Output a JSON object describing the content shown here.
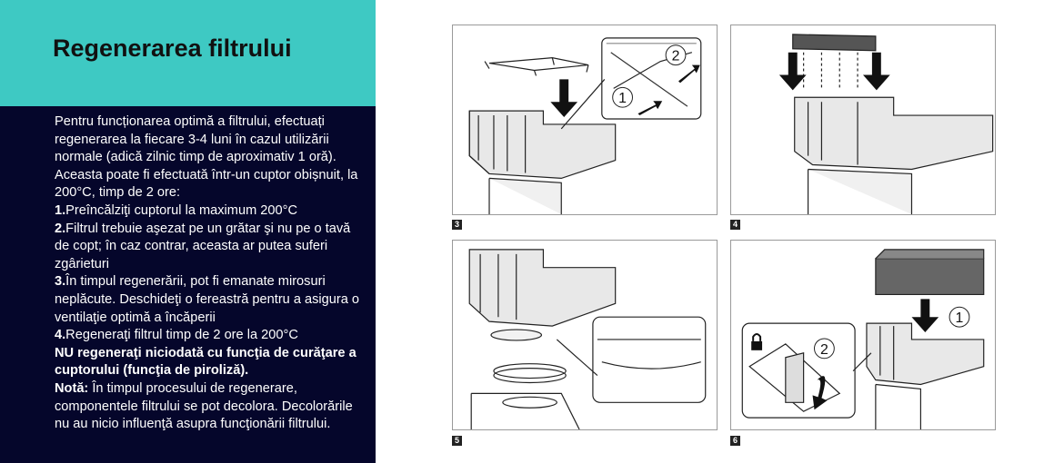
{
  "header": {
    "title": "Regenerarea filtrului"
  },
  "body": {
    "intro": "Pentru funcționarea optimă a filtrului, efectuați regenerarea la fiecare 3-4 luni în cazul utilizării normale (adică zilnic timp de aproximativ 1 oră). Aceasta poate fi efectuată într-un cuptor obișnuit, la 200°C, timp de 2 ore:",
    "step1_num": "1.",
    "step1_text": "Preîncălziţi cuptorul la maximum 200°C",
    "step2_num": "2.",
    "step2_text": "Filtrul trebuie aşezat pe un grătar şi nu pe o tavă de copt; în caz contrar, aceasta ar putea suferi zgârieturi",
    "step3_num": "3.",
    "step3_text": "În timpul regenerării, pot fi emanate mirosuri neplăcute. Deschideţi o fereastră pentru a asigura o ventilaţie optimă a încăperii",
    "step4_num": "4.",
    "step4_text": "Regeneraţi filtrul timp de 2 ore la 200°C",
    "warning": "NU regeneraţi niciodată cu funcţia de curăţare a cuptorului (funcţia de piroliză).",
    "note_label": "Notă:",
    "note_text": " În timpul procesului de regenerare, componentele filtrului se pot decolora. Decolorările nu au nicio influenţă asupra funcţionării filtrului."
  },
  "figures": [
    {
      "number": "3",
      "callouts": [
        "1",
        "2"
      ]
    },
    {
      "number": "4"
    },
    {
      "number": "5"
    },
    {
      "number": "6",
      "callouts": [
        "1",
        "2"
      ]
    }
  ]
}
